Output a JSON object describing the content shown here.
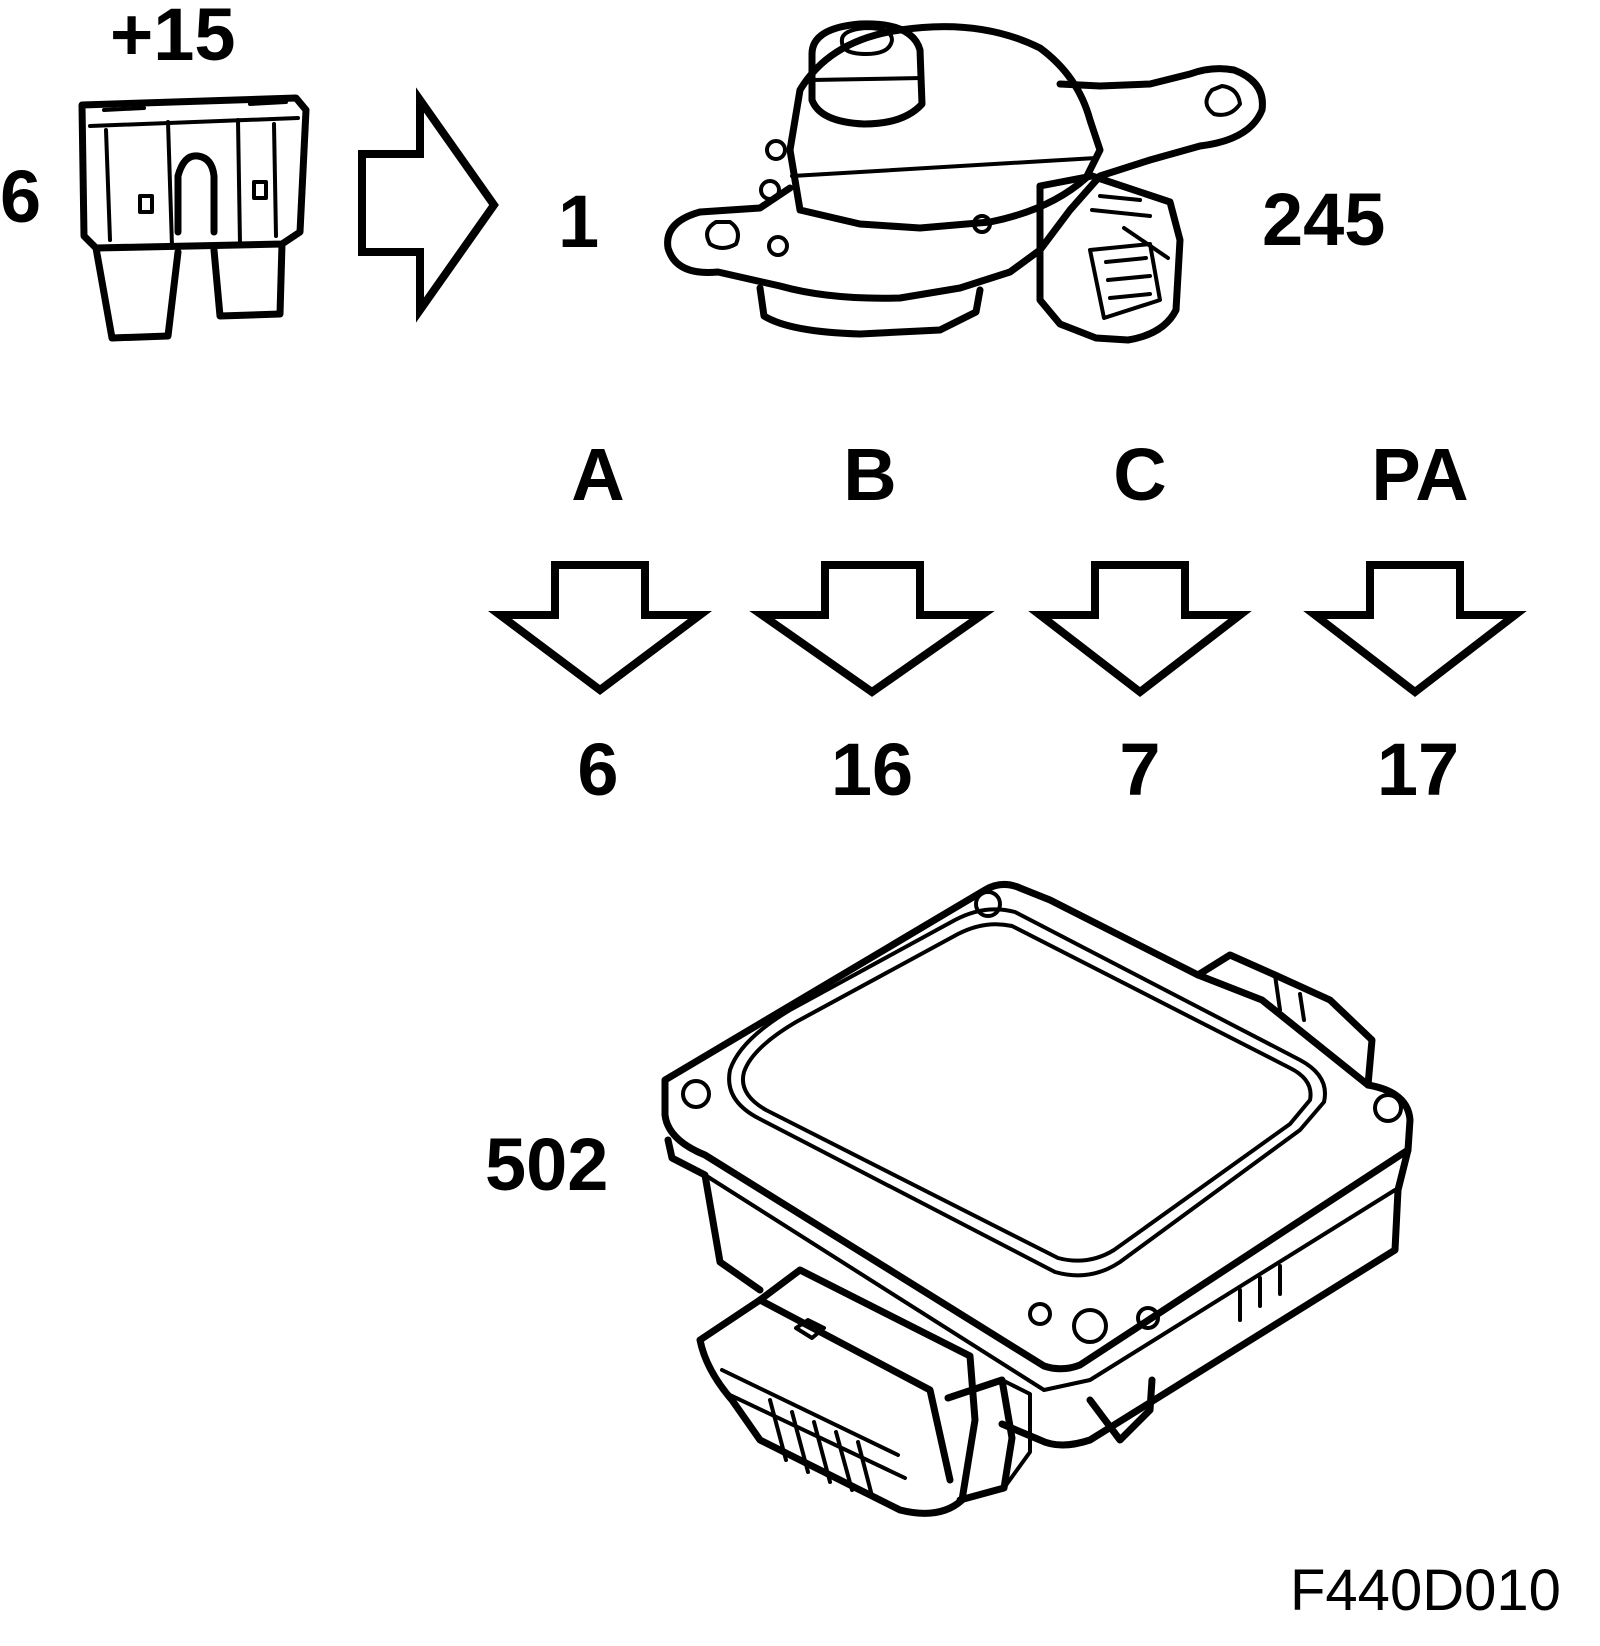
{
  "fuse": {
    "circuit_label": "+15",
    "number": "6"
  },
  "switch": {
    "input_pin": "1",
    "component_number": "245"
  },
  "signals": [
    {
      "name": "A",
      "pin": "6"
    },
    {
      "name": "B",
      "pin": "16"
    },
    {
      "name": "C",
      "pin": "7"
    },
    {
      "name": "PA",
      "pin": "17"
    }
  ],
  "control_module": {
    "component_number": "502"
  },
  "figure_code": "F440D010"
}
